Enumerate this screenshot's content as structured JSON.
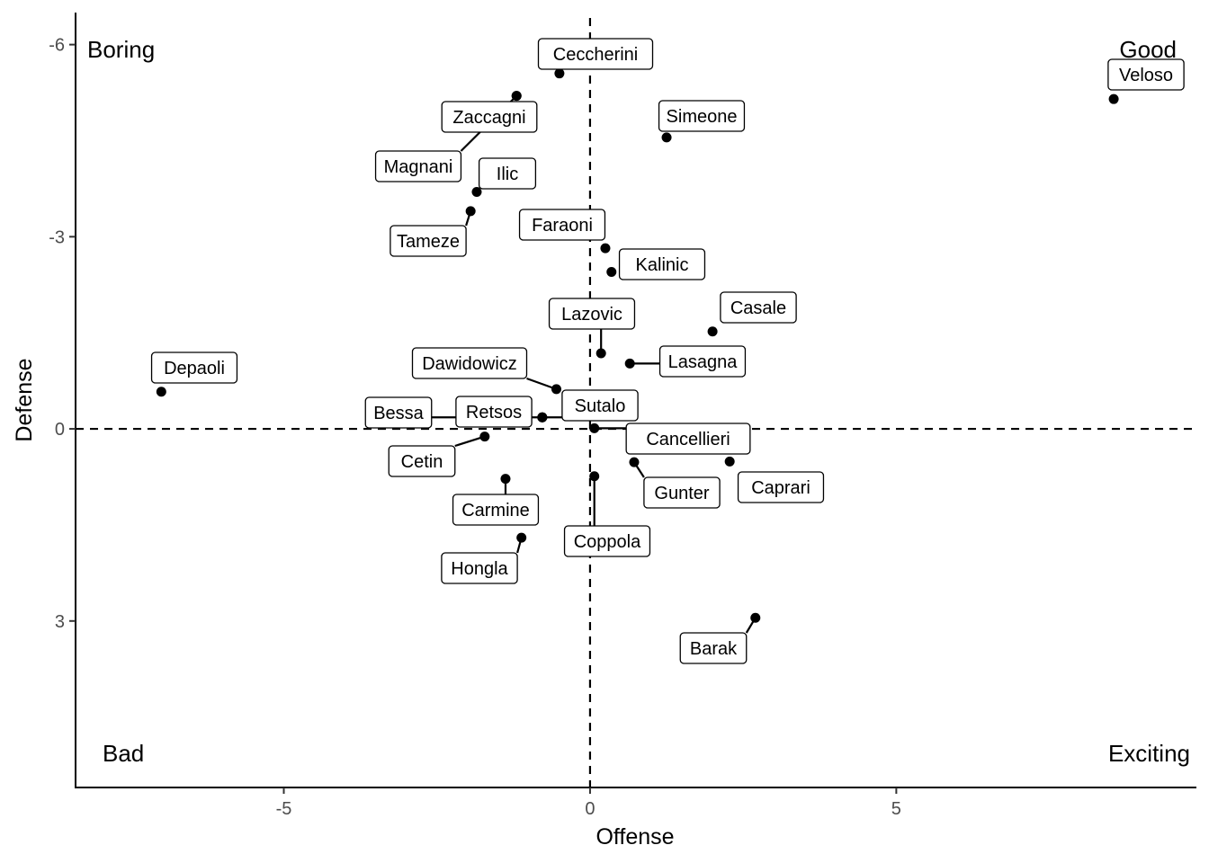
{
  "chart_data": {
    "type": "scatter",
    "xlabel": "Offense",
    "ylabel": "Defense",
    "xlim": [
      -8.4,
      9.9
    ],
    "ylim": [
      -6.5,
      5.6
    ],
    "y_reversed": true,
    "x_ticks": [
      -5,
      0,
      5
    ],
    "x_tick_labels": [
      "-5",
      "0",
      "5"
    ],
    "y_ticks": [
      -6,
      -3,
      0,
      3
    ],
    "y_tick_labels": [
      "-6",
      "-3",
      "0",
      "3"
    ],
    "reference_lines": {
      "x": 0,
      "y": 0,
      "style": "dashed"
    },
    "grid": false,
    "corner_labels": {
      "top_left": "Boring",
      "top_right": "Good",
      "bottom_left": "Bad",
      "bottom_right": "Exciting"
    },
    "points": [
      {
        "name": "Veloso",
        "x": 8.55,
        "y": -5.15
      },
      {
        "name": "Ceccherini",
        "x": -0.5,
        "y": -5.55
      },
      {
        "name": "Zaccagni",
        "x": -1.2,
        "y": -5.2
      },
      {
        "name": "Simeone",
        "x": 1.25,
        "y": -4.55
      },
      {
        "name": "Magnani",
        "x": -1.2,
        "y": -5.2
      },
      {
        "name": "Ilic",
        "x": -1.85,
        "y": -3.7
      },
      {
        "name": "Tameze",
        "x": -1.95,
        "y": -3.4
      },
      {
        "name": "Faraoni",
        "x": 0.25,
        "y": -2.82
      },
      {
        "name": "Kalinic",
        "x": 0.35,
        "y": -2.45
      },
      {
        "name": "Casale",
        "x": 2.0,
        "y": -1.52
      },
      {
        "name": "Lazovic",
        "x": 0.18,
        "y": -1.18
      },
      {
        "name": "Lasagna",
        "x": 0.65,
        "y": -1.02
      },
      {
        "name": "Depaoli",
        "x": -7.0,
        "y": -0.58
      },
      {
        "name": "Dawidowicz",
        "x": -0.55,
        "y": -0.62
      },
      {
        "name": "Sutalo",
        "x": -0.78,
        "y": -0.18
      },
      {
        "name": "Retsos",
        "x": -0.78,
        "y": -0.18
      },
      {
        "name": "Bessa",
        "x": -0.78,
        "y": -0.18
      },
      {
        "name": "Cancellieri",
        "x": 0.07,
        "y": -0.01
      },
      {
        "name": "Cetin",
        "x": -1.72,
        "y": 0.12
      },
      {
        "name": "Gunter",
        "x": 0.72,
        "y": 0.52
      },
      {
        "name": "Caprari",
        "x": 2.28,
        "y": 0.51
      },
      {
        "name": "Carmine",
        "x": -1.38,
        "y": 0.78
      },
      {
        "name": "Coppola",
        "x": 0.07,
        "y": 0.74
      },
      {
        "name": "Hongla",
        "x": -1.12,
        "y": 1.7
      },
      {
        "name": "Barak",
        "x": 2.7,
        "y": 2.95
      }
    ]
  }
}
